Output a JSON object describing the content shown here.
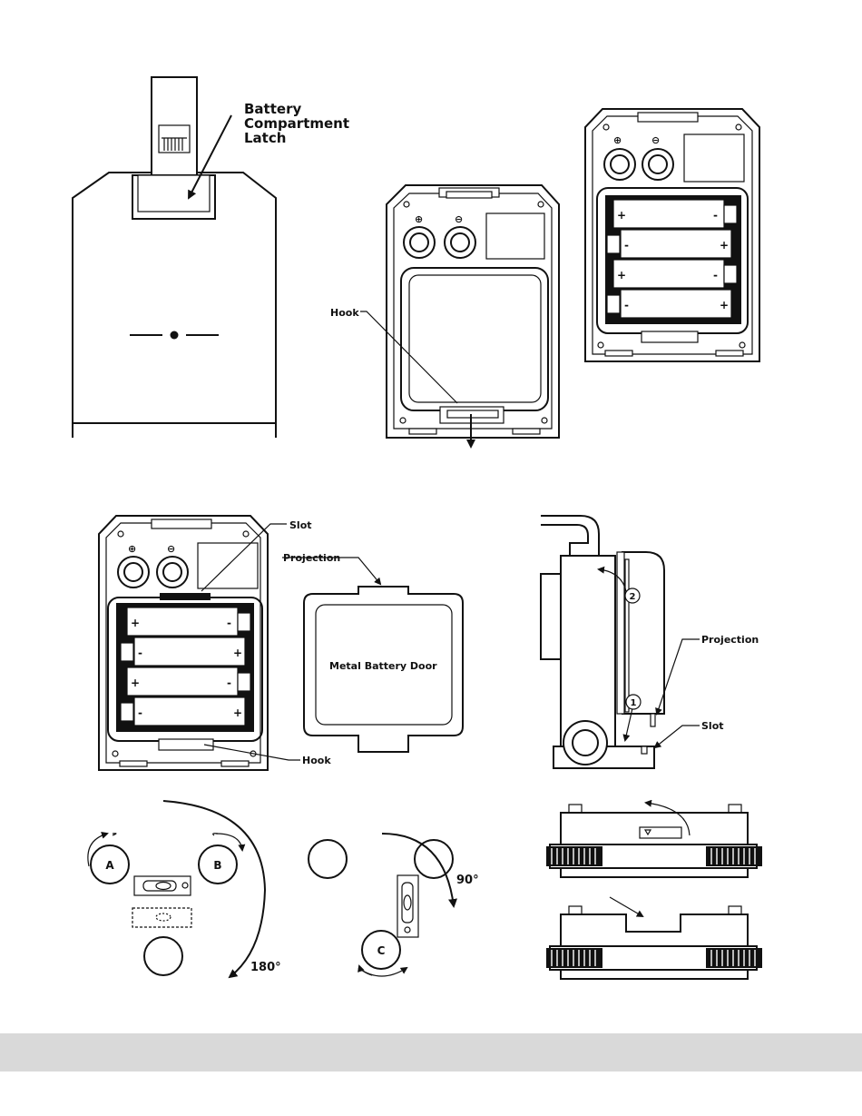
{
  "labels": {
    "latch_line1": "Battery",
    "latch_line2": "Compartment",
    "latch_line3": "Latch",
    "hook": "Hook",
    "slot": "Slot",
    "projection": "Projection",
    "metal_battery_door": "Metal Battery Door",
    "plus": "+",
    "minus": "-",
    "plus_symbol": "⊕",
    "minus_symbol": "⊖",
    "knob_a": "A",
    "knob_b": "B",
    "knob_c": "C",
    "angle_180": "180°",
    "angle_90": "90°",
    "step_1": "1",
    "step_2": "2"
  },
  "colors": {
    "ink": "#111111",
    "footer": "#d9d9d9",
    "background": "#ffffff"
  }
}
